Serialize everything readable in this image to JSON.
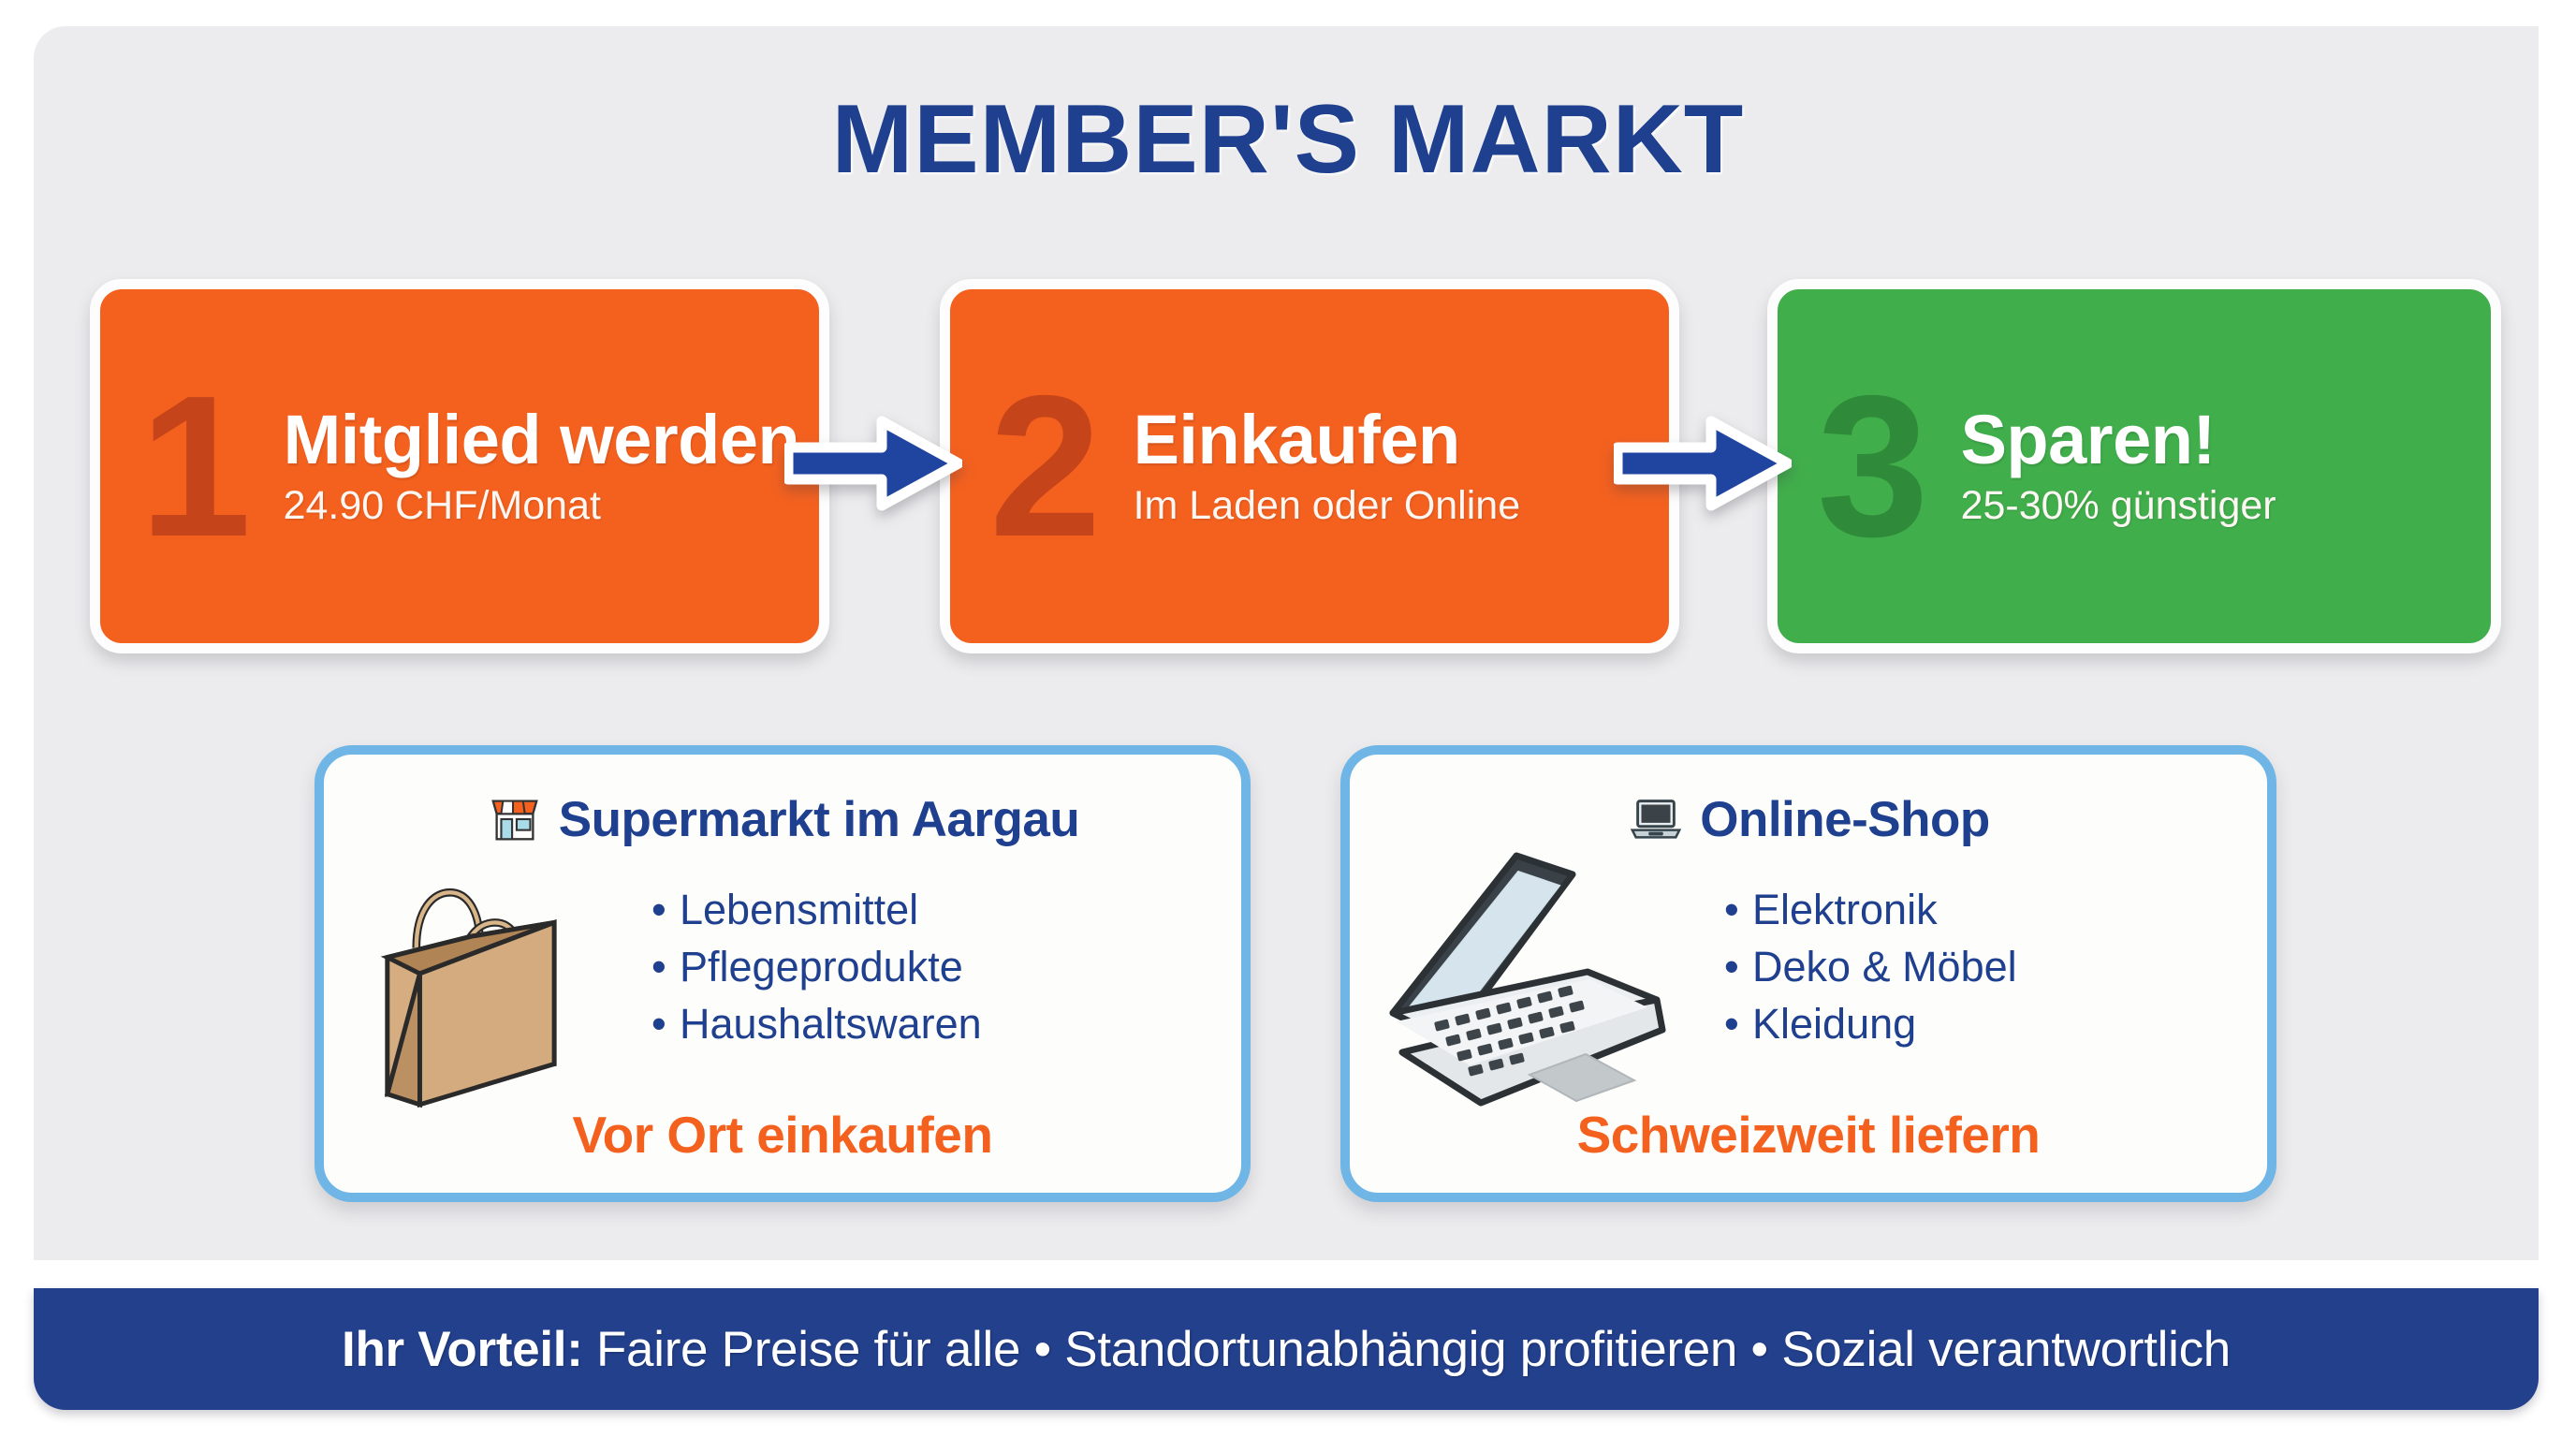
{
  "header": {
    "title": "MEMBER'S MARKT"
  },
  "steps": [
    {
      "number": "1",
      "title": "Mitglied werden",
      "subtitle": "24.90 CHF/Monat",
      "color": "#f4611f",
      "number_color": "#c5441a"
    },
    {
      "number": "2",
      "title": "Einkaufen",
      "subtitle": "Im Laden oder Online",
      "color": "#f4611f",
      "number_color": "#c5441a"
    },
    {
      "number": "3",
      "title": "Sparen!",
      "subtitle": "25-30% günstiger",
      "color": "#41ae4c",
      "number_color": "#2f8a39"
    }
  ],
  "arrows": {
    "icon": "arrow-right-icon",
    "color": "#1f45a0"
  },
  "channels": [
    {
      "heading": "Supermarkt im Aargau",
      "heading_icon": "storefront-icon",
      "illustration_icon": "shopping-bag-icon",
      "bullets": [
        "Lebensmittel",
        "Pflegeprodukte",
        "Haushaltswaren"
      ],
      "cta": "Vor Ort einkaufen",
      "border_color": "#6fb6e6",
      "cta_color": "#f4611f"
    },
    {
      "heading": "Online-Shop",
      "heading_icon": "laptop-icon",
      "illustration_icon": "laptop-large-icon",
      "bullets": [
        "Elektronik",
        "Deko & Möbel",
        "Kleidung"
      ],
      "cta": "Schweizweit liefern",
      "border_color": "#6fb6e6",
      "cta_color": "#f4611f"
    }
  ],
  "footer": {
    "label": "Ihr Vorteil:",
    "text": " Faire Preise für alle • Standortunabhängig profitieren • Sozial verantwortlich",
    "background": "#23408d"
  }
}
